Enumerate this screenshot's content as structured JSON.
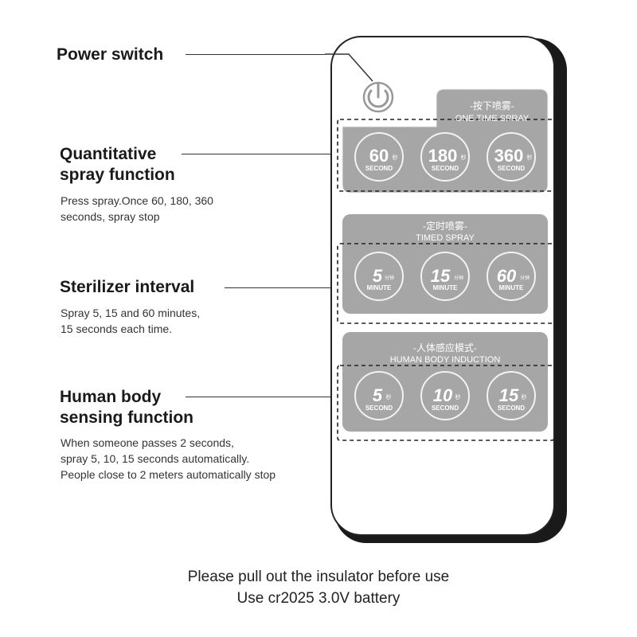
{
  "features": {
    "power": {
      "title": "Power switch"
    },
    "quantitative": {
      "title": "Quantitative\nspray function",
      "description": "Press spray.Once 60, 180, 360\nseconds, spray stop"
    },
    "sterilizer": {
      "title": "Sterilizer interval",
      "description": "Spray 5, 15 and 60 minutes,\n15 seconds each time."
    },
    "human_body": {
      "title": "Human body\nsensing function",
      "description": "When someone passes 2 seconds,\nspray 5, 10, 15 seconds automatically.\nPeople close to 2 meters automatically stop"
    }
  },
  "remote": {
    "power_icon": "power-icon",
    "groups": [
      {
        "label_cn": "-按下喷雾-",
        "label_en": "ONE TIME SPRAY",
        "buttons": [
          {
            "value": "60",
            "unit_cn": "秒",
            "unit": "SECOND"
          },
          {
            "value": "180",
            "unit_cn": "秒",
            "unit": "SECOND"
          },
          {
            "value": "360",
            "unit_cn": "秒",
            "unit": "SECOND"
          }
        ]
      },
      {
        "label_cn": "-定时喷雾-",
        "label_en": "TIMED SPRAY",
        "buttons": [
          {
            "value": "5",
            "unit_cn": "分钟",
            "unit": "MINUTE"
          },
          {
            "value": "15",
            "unit_cn": "分钟",
            "unit": "MINUTE"
          },
          {
            "value": "60",
            "unit_cn": "分钟",
            "unit": "MINUTE"
          }
        ]
      },
      {
        "label_cn": "-人体感应模式-",
        "label_en": "HUMAN BODY INDUCTION",
        "buttons": [
          {
            "value": "5",
            "unit_cn": "秒",
            "unit": "SECOND"
          },
          {
            "value": "10",
            "unit_cn": "秒",
            "unit": "SECOND"
          },
          {
            "value": "15",
            "unit_cn": "秒",
            "unit": "SECOND"
          }
        ]
      }
    ]
  },
  "footer": {
    "line1": "Please pull out the insulator before use",
    "line2": "Use cr2025 3.0V battery"
  },
  "colors": {
    "panel": "#a6a6a6",
    "button_border": "#f2f2f2",
    "text_light": "#ffffff",
    "remote_body": "#ffffff",
    "remote_shadow": "#1a1a1a"
  }
}
